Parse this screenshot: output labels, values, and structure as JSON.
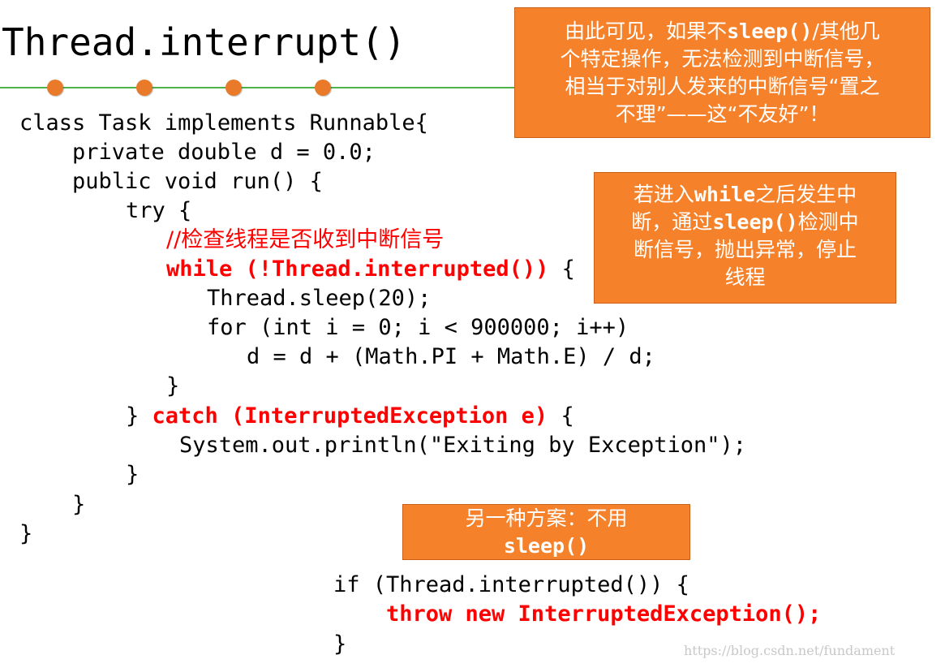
{
  "title": "Thread.interrupt()",
  "code_lines": [
    "class Task implements Runnable{",
    "private double d = 0.0;",
    "public void run() {",
    "try {",
    "//检查线程是否收到中断信号",
    "while (!Thread.interrupted())",
    " {",
    "Thread.sleep(20);",
    "for (int i = 0; i < 900000; i++)",
    "d = d + (Math.PI + Math.E) / d;",
    "}",
    "}",
    " catch (InterruptedException e)",
    " {",
    "System.out.println(\"Exiting by Exception\");",
    "}",
    "}",
    "}"
  ],
  "alt_code_lines": [
    "if (Thread.interrupted()) {",
    "throw new InterruptedException();",
    "}"
  ],
  "callouts": {
    "top": {
      "line1_a": "由此可见，如果不",
      "line1_b": "sleep()",
      "line1_c": "/其他几",
      "line2": "个特定操作，无法检测到中断信号，",
      "line3": "相当于对别人发来的中断信号“置之",
      "line4": "不理”——这“不友好”！"
    },
    "middle": {
      "line1_a": "若进入",
      "line1_b": "while",
      "line1_c": "之后发生中",
      "line2_a": "断，通过",
      "line2_b": "sleep()",
      "line2_c": "检测中",
      "line3": "断信号，抛出异常，停止",
      "line4": "线程"
    },
    "bottom": {
      "line1": "另一种方案：不用",
      "line2": "sleep()"
    }
  },
  "watermark": "https://blog.csdn.net/fundament",
  "colors": {
    "callout_bg": "#f5822a",
    "rule": "#4cb34c",
    "dot": "#e87a2a",
    "highlight": "#ff0000"
  }
}
